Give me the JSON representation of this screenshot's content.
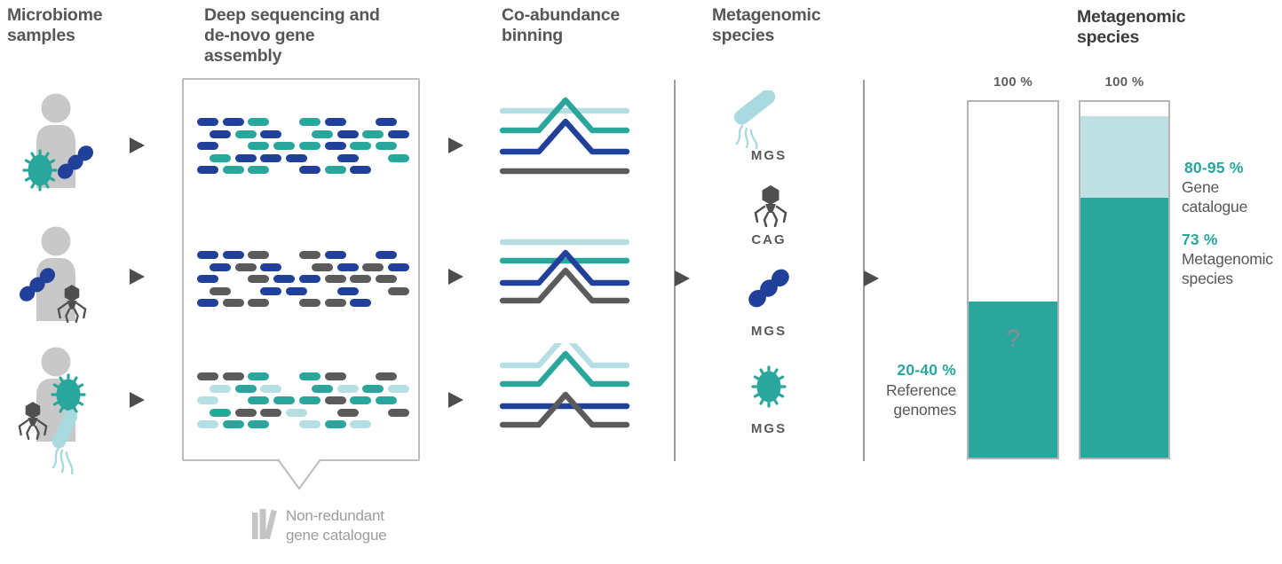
{
  "palette": {
    "navy": "#21409A",
    "teal": "#2AA79C",
    "light_teal": "#B5DFE2",
    "dark_gray": "#5B5B5D",
    "person_gray": "#C8C8C9",
    "heading_gray": "#55565A"
  },
  "headings": {
    "samples": "Microbiome samples",
    "assembly": "Deep sequencing and de-novo gene assembly",
    "binning": "Co-abundance binning",
    "species": "Metagenomic species",
    "results": "Metagenomic species"
  },
  "samples": {
    "people": [
      {
        "microbes": [
          "spiky-coccus-icon",
          "cocci-chain-icon"
        ]
      },
      {
        "microbes": [
          "cocci-chain-icon",
          "phage-icon"
        ]
      },
      {
        "microbes": [
          "spiky-coccus-icon",
          "phage-icon",
          "bacillus-icon"
        ]
      }
    ]
  },
  "assembly": {
    "color_legend": {
      "n": "navy",
      "t": "teal",
      "l": "light-teal",
      "g": "dark-gray"
    },
    "blocks": [
      {
        "rows": [
          {
            "offset": false,
            "cells": [
              "n",
              "n",
              "t",
              null,
              "t",
              "n",
              null,
              "n"
            ]
          },
          {
            "offset": true,
            "cells": [
              "n",
              "t",
              "n",
              null,
              "t",
              "n",
              "t",
              "n"
            ]
          },
          {
            "offset": false,
            "cells": [
              "n",
              null,
              "t",
              "t",
              "t",
              "n",
              "t",
              "t"
            ]
          },
          {
            "offset": true,
            "cells": [
              "t",
              "n",
              "n",
              "n",
              null,
              "n",
              null,
              "t"
            ]
          },
          {
            "offset": false,
            "cells": [
              "n",
              "t",
              "t",
              null,
              "n",
              "t",
              "n",
              null
            ]
          }
        ]
      },
      {
        "rows": [
          {
            "offset": false,
            "cells": [
              "n",
              "n",
              "g",
              null,
              "g",
              "n",
              null,
              "n"
            ]
          },
          {
            "offset": true,
            "cells": [
              "n",
              "g",
              "n",
              null,
              "g",
              "n",
              "g",
              "n"
            ]
          },
          {
            "offset": false,
            "cells": [
              "n",
              null,
              "g",
              "n",
              "n",
              "g",
              "g",
              "g"
            ]
          },
          {
            "offset": true,
            "cells": [
              "g",
              null,
              "n",
              "n",
              null,
              "n",
              null,
              "g"
            ]
          },
          {
            "offset": false,
            "cells": [
              "n",
              "g",
              "g",
              null,
              "g",
              "g",
              "n",
              null
            ]
          }
        ]
      },
      {
        "rows": [
          {
            "offset": false,
            "cells": [
              "g",
              "g",
              "t",
              null,
              "t",
              "g",
              null,
              "g"
            ]
          },
          {
            "offset": true,
            "cells": [
              "l",
              "t",
              "l",
              null,
              "t",
              "l",
              "t",
              "l"
            ]
          },
          {
            "offset": false,
            "cells": [
              "l",
              null,
              "t",
              "t",
              "t",
              "g",
              "t",
              "t"
            ]
          },
          {
            "offset": true,
            "cells": [
              "t",
              "g",
              "g",
              "l",
              null,
              "g",
              null,
              "g"
            ]
          },
          {
            "offset": false,
            "cells": [
              "l",
              "t",
              "t",
              null,
              "l",
              "t",
              "l",
              null
            ]
          }
        ]
      }
    ],
    "callout": {
      "icon": "books-icon",
      "label": "Non-redundant gene catalogue"
    }
  },
  "binning": {
    "groups": [
      {
        "lines": [
          {
            "color": "l",
            "peak": false
          },
          {
            "color": "t",
            "peak": true
          },
          {
            "color": "n",
            "peak": true
          },
          {
            "color": "g",
            "peak": false
          }
        ]
      },
      {
        "lines": [
          {
            "color": "l",
            "peak": false
          },
          {
            "color": "t",
            "peak": false
          },
          {
            "color": "n",
            "peak": true
          },
          {
            "color": "g",
            "peak": true
          }
        ]
      },
      {
        "lines": [
          {
            "color": "l",
            "peak": true
          },
          {
            "color": "t",
            "peak": true
          },
          {
            "color": "n",
            "peak": false
          },
          {
            "color": "g",
            "peak": true
          }
        ]
      }
    ]
  },
  "species": {
    "items": [
      {
        "icon": "bacillus-icon",
        "label": "MGS"
      },
      {
        "icon": "phage-icon",
        "label": "CAG"
      },
      {
        "icon": "cocci-chain-icon",
        "label": "MGS"
      },
      {
        "icon": "spiky-coccus-icon",
        "label": "MGS"
      }
    ]
  },
  "chart_data": {
    "type": "bar",
    "title": "Metagenomic species",
    "ylim": [
      0,
      100
    ],
    "bars": [
      {
        "axis_label": "100 %",
        "annotation": "?",
        "segments": [
          {
            "name": "Reference genomes",
            "value_label": "20-40 %",
            "color": "#2AA79C",
            "top_pct": 44,
            "bottom_pct": 0
          }
        ]
      },
      {
        "axis_label": "100 %",
        "segments": [
          {
            "name": "Gene catalogue",
            "value_label": "80-95 %",
            "color": "#BFE0E2",
            "top_pct": 96,
            "bottom_pct": 73
          },
          {
            "name": "Metagenomic species",
            "value_label": "73 %",
            "color": "#2AA79C",
            "top_pct": 73,
            "bottom_pct": 0
          }
        ]
      }
    ]
  }
}
